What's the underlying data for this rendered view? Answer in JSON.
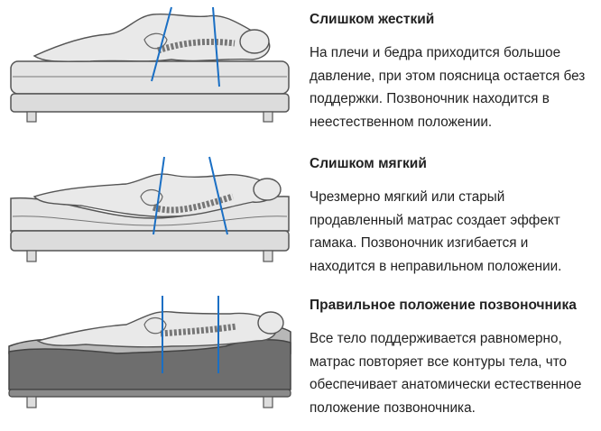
{
  "sections": [
    {
      "title": "Слишком жесткий",
      "body": "На плечи и бедра приходится большое давление, при этом поясница остается без поддержки. Позвоночник находится в неестественном положении."
    },
    {
      "title": "Слишком мягкий",
      "body": "Чрезмерно мягкий или старый продавленный матрас создает эффект гамака. Позвоночник изгибается и находится в неправильном положении."
    },
    {
      "title": "Правильное положение позвоночника",
      "body": "Все тело поддерживается равномерно, матрас повторяет все контуры тела, что обеспечивает анатомически естественное положение позвоночника."
    }
  ],
  "colors": {
    "axis_line": "#1a6fc4",
    "outline": "#555555",
    "mattress_light": "#e4e4e4",
    "mattress_dark": "#6e6e6e",
    "body_fill": "#e9e9e9"
  }
}
